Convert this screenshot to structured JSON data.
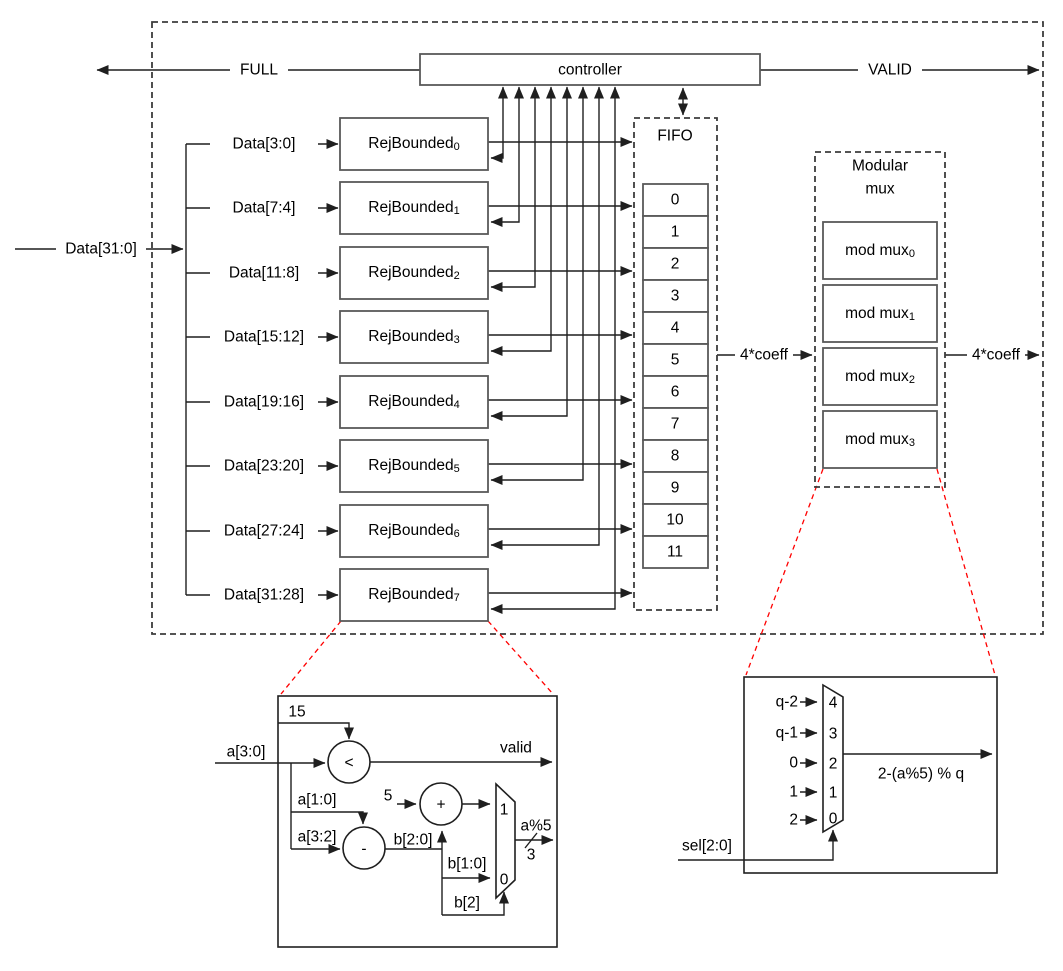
{
  "colors": {
    "wire": "#1f1f1f",
    "solid_box_stroke": "#595959",
    "dashed_box_stroke": "#3c3c3c",
    "zoom_indicator_red": "#ff0000",
    "background": "#ffffff"
  },
  "top_level": {
    "input_label": "Data[31:0]",
    "full_label": "FULL",
    "valid_label": "VALID",
    "controller_label": "controller",
    "coeff_left_label": "4*coeff",
    "coeff_right_label": "4*coeff",
    "blocks": [
      {
        "data_label": "Data[3:0]",
        "name": "RejBounded",
        "sub": "0"
      },
      {
        "data_label": "Data[7:4]",
        "name": "RejBounded",
        "sub": "1"
      },
      {
        "data_label": "Data[11:8]",
        "name": "RejBounded",
        "sub": "2"
      },
      {
        "data_label": "Data[15:12]",
        "name": "RejBounded",
        "sub": "3"
      },
      {
        "data_label": "Data[19:16]",
        "name": "RejBounded",
        "sub": "4"
      },
      {
        "data_label": "Data[23:20]",
        "name": "RejBounded",
        "sub": "5"
      },
      {
        "data_label": "Data[27:24]",
        "name": "RejBounded",
        "sub": "6"
      },
      {
        "data_label": "Data[31:28]",
        "name": "RejBounded",
        "sub": "7"
      }
    ],
    "fifo": {
      "title": "FIFO",
      "slots": [
        "0",
        "1",
        "2",
        "3",
        "4",
        "5",
        "6",
        "7",
        "8",
        "9",
        "10",
        "11"
      ]
    },
    "modular_mux": {
      "title_line1": "Modular",
      "title_line2": "mux",
      "units": [
        {
          "name": "mod mux",
          "sub": "0"
        },
        {
          "name": "mod mux",
          "sub": "1"
        },
        {
          "name": "mod mux",
          "sub": "2"
        },
        {
          "name": "mod mux",
          "sub": "3"
        }
      ]
    }
  },
  "rejbounded_detail": {
    "const_15": "15",
    "input_label": "a[3:0]",
    "comparator": "<",
    "valid_label": "valid",
    "a_low": "a[1:0]",
    "a_high": "a[3:2]",
    "subtractor": "-",
    "b_label": "b[2:0]",
    "const_5": "5",
    "adder": "+",
    "mux_in_1": "1",
    "mux_in_0": "0",
    "b_low": "b[1:0]",
    "b_msb": "b[2]",
    "output_label": "a%5",
    "bus_width": "3"
  },
  "modmux_detail": {
    "inputs": [
      {
        "label": "q-2",
        "port": "4"
      },
      {
        "label": "q-1",
        "port": "3"
      },
      {
        "label": "0",
        "port": "2"
      },
      {
        "label": "1",
        "port": "1"
      },
      {
        "label": "2",
        "port": "0"
      }
    ],
    "sel_label": "sel[2:0]",
    "output_label": "2-(a%5) % q"
  }
}
